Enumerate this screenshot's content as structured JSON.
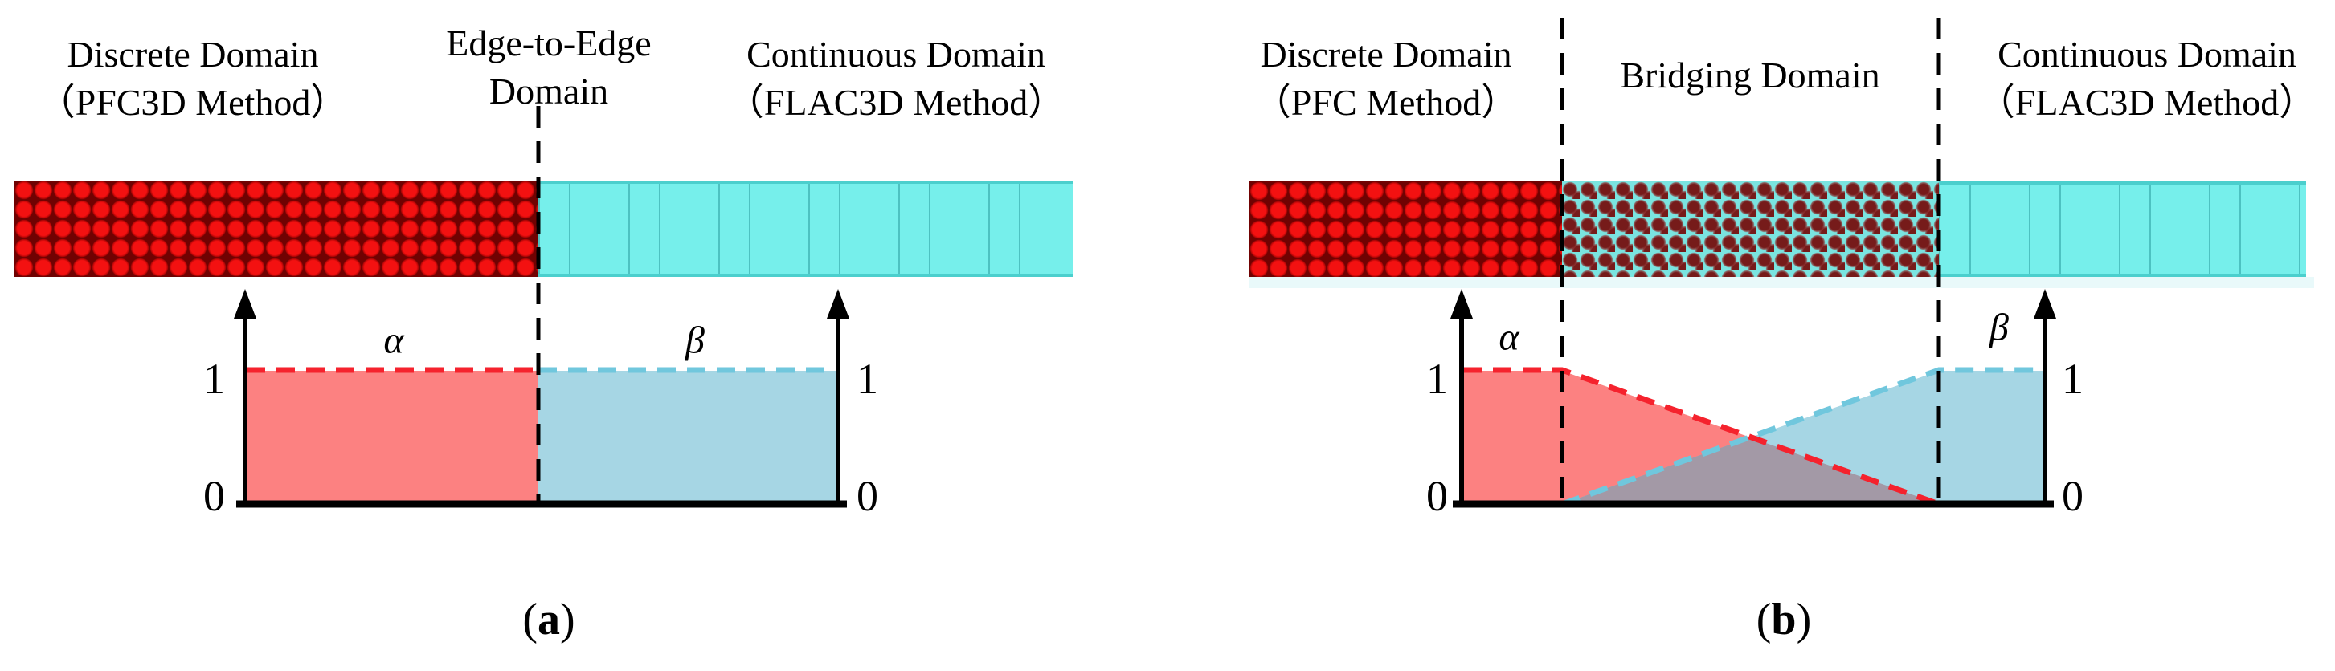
{
  "panel_a": {
    "discrete": {
      "title": "Discrete Domain",
      "subtitle": "（PFC3D Method）"
    },
    "coupling": {
      "line1": "Edge-to-Edge",
      "line2": "Domain"
    },
    "continuous": {
      "title": "Continuous Domain",
      "subtitle": "（FLAC3D Method）"
    },
    "alpha": "α",
    "beta": "β",
    "one": "1",
    "zero": "0",
    "tag": {
      "open": "(",
      "letter": "a",
      "close": ")"
    }
  },
  "panel_b": {
    "discrete": {
      "title": "Discrete Domain",
      "subtitle": "（PFC Method）"
    },
    "bridging": {
      "title": "Bridging Domain"
    },
    "continuous": {
      "title": "Continuous Domain",
      "subtitle": "（FLAC3D Method）"
    },
    "alpha": "α",
    "beta": "β",
    "one": "1",
    "zero": "0",
    "tag": {
      "open": "(",
      "letter": "b",
      "close": ")"
    }
  },
  "colors": {
    "particle_red": "#e81010",
    "particle_gap_red": "#700202",
    "mesh_cyan": "#76efeb",
    "mesh_edge": "#4bcfcd",
    "alpha_fill": "#fc8181",
    "beta_fill": "#a6d6e4",
    "overlap_fill": "#a399a6",
    "alpha_dash_line": "#f5222d",
    "beta_dash_line": "#70c7dd",
    "boundary_dash_line": "#000000"
  }
}
